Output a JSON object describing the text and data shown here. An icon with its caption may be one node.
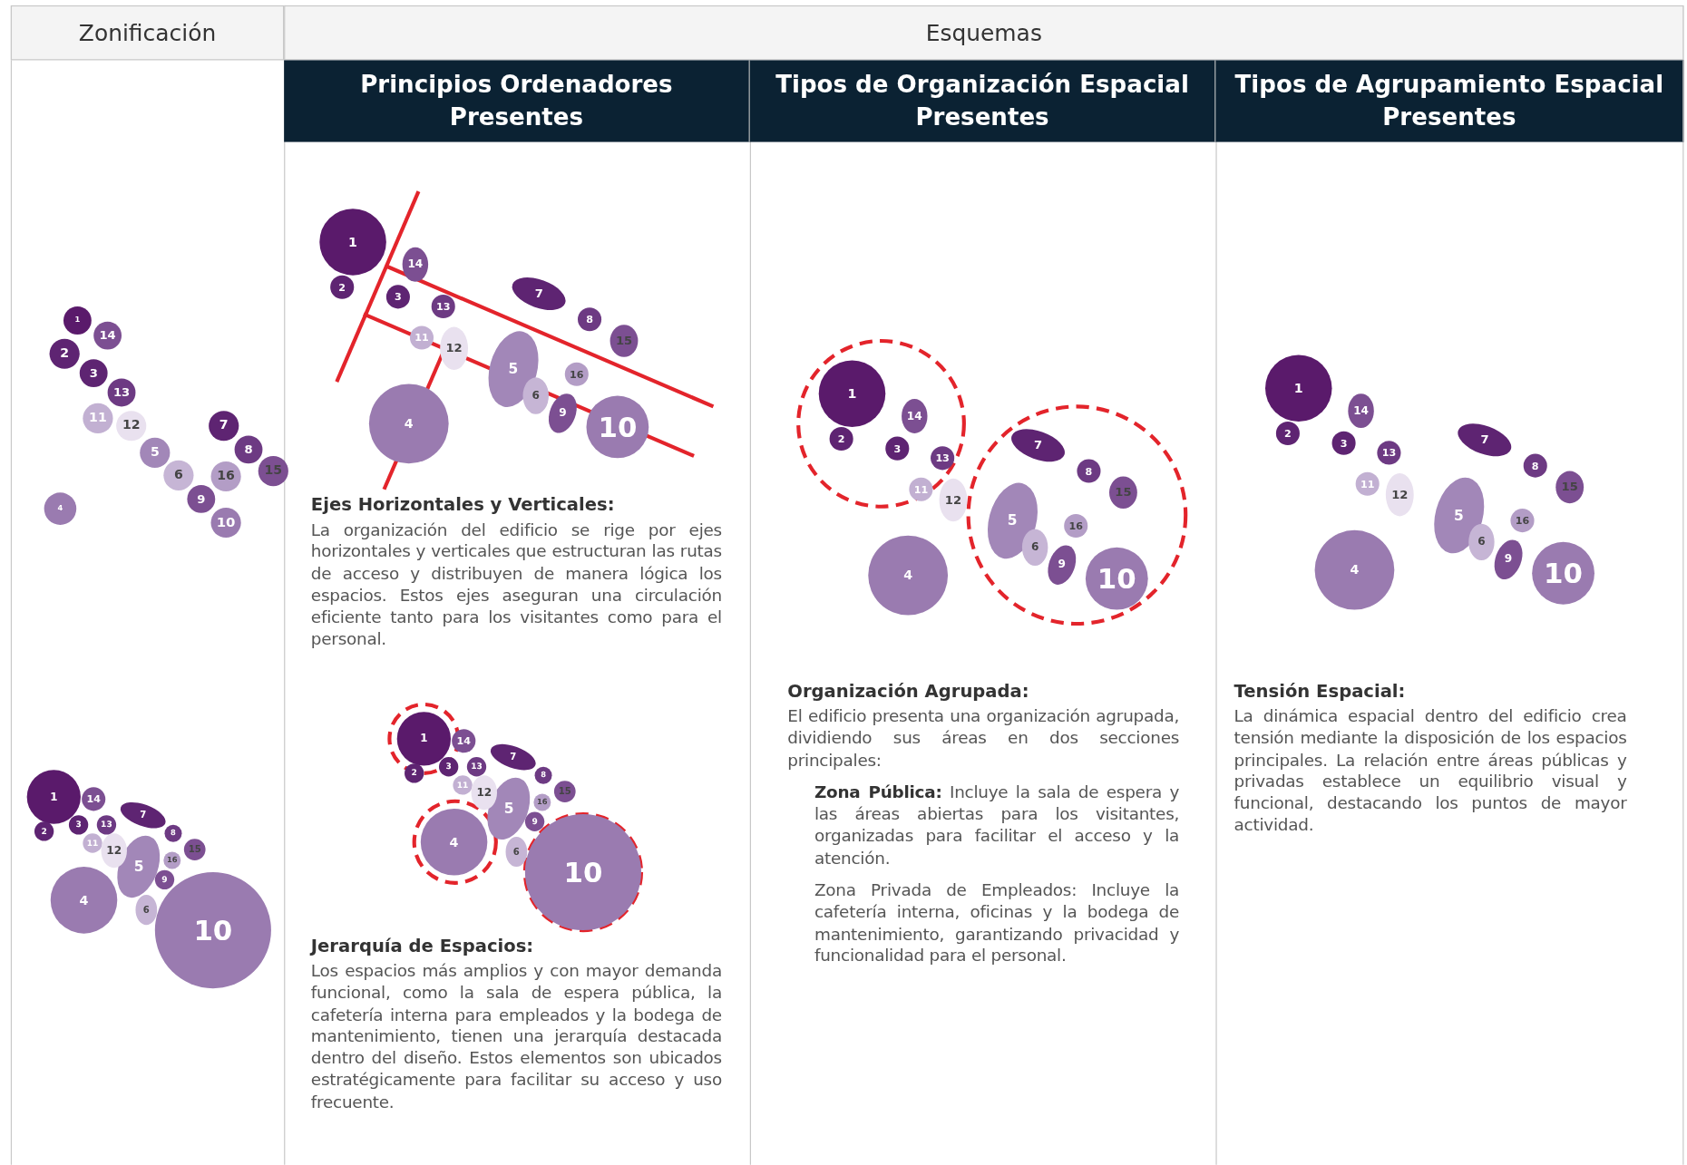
{
  "diagram": {
    "nodes": [
      {
        "text": [
          "1"
        ]
      },
      {
        "text": [
          "2"
        ]
      },
      {
        "text": [
          "3"
        ]
      },
      {
        "text": [
          "4"
        ]
      },
      {
        "text": [
          "5"
        ]
      },
      {
        "text": [
          "6"
        ]
      },
      {
        "text": [
          "7"
        ]
      },
      {
        "text": [
          "8"
        ]
      },
      {
        "text": [
          "9"
        ]
      },
      {
        "text": [
          "10"
        ]
      },
      {
        "text": [
          "11"
        ]
      },
      {
        "text": [
          "12"
        ]
      },
      {
        "text": [
          "13"
        ]
      },
      {
        "text": [
          "14"
        ]
      },
      {
        "text": [
          "15"
        ]
      },
      {
        "text": [
          "16"
        ]
      },
      {
        "text": [
          "1"
        ]
      },
      {
        "text": [
          "2"
        ]
      },
      {
        "text": [
          "3"
        ]
      },
      {
        "text": [
          "4"
        ]
      },
      {
        "text": [
          "5"
        ]
      },
      {
        "text": [
          "6"
        ]
      },
      {
        "text": [
          "7"
        ]
      },
      {
        "text": [
          "8"
        ]
      },
      {
        "text": [
          "9"
        ]
      },
      {
        "text": [
          "10"
        ]
      },
      {
        "text": [
          "11"
        ]
      },
      {
        "text": [
          "12"
        ]
      },
      {
        "text": [
          "13"
        ]
      },
      {
        "text": [
          "14"
        ]
      },
      {
        "text": [
          "15"
        ]
      },
      {
        "text": [
          "16"
        ]
      },
      {
        "text": [
          "1"
        ]
      },
      {
        "text": [
          "2"
        ]
      },
      {
        "text": [
          "3"
        ]
      },
      {
        "text": [
          "4"
        ]
      },
      {
        "text": [
          "5"
        ]
      },
      {
        "text": [
          "6"
        ]
      },
      {
        "text": [
          "7"
        ]
      },
      {
        "text": [
          "8"
        ]
      },
      {
        "text": [
          "9"
        ]
      },
      {
        "text": [
          "10"
        ]
      },
      {
        "text": [
          "11"
        ]
      },
      {
        "text": [
          "12"
        ]
      },
      {
        "text": [
          "13"
        ]
      },
      {
        "text": [
          "14"
        ]
      },
      {
        "text": [
          "15"
        ]
      },
      {
        "text": [
          "16"
        ]
      },
      {
        "text": [
          "1"
        ]
      },
      {
        "text": [
          "2"
        ]
      },
      {
        "text": [
          "3"
        ]
      },
      {
        "text": [
          "4"
        ]
      },
      {
        "text": [
          "5"
        ]
      },
      {
        "text": [
          "6"
        ]
      },
      {
        "text": [
          "7"
        ]
      },
      {
        "text": [
          "8"
        ]
      },
      {
        "text": [
          "9"
        ]
      },
      {
        "text": [
          "10"
        ]
      },
      {
        "text": [
          "11"
        ]
      },
      {
        "text": [
          "12"
        ]
      },
      {
        "text": [
          "13"
        ]
      },
      {
        "text": [
          "14"
        ]
      },
      {
        "text": [
          "15"
        ]
      },
      {
        "text": [
          "16"
        ]
      },
      {
        "text": [
          "1"
        ]
      },
      {
        "text": [
          "2"
        ]
      },
      {
        "text": [
          "3"
        ]
      },
      {
        "text": [
          "4"
        ]
      },
      {
        "text": [
          "5"
        ]
      },
      {
        "text": [
          "6"
        ]
      },
      {
        "text": [
          "7"
        ]
      },
      {
        "text": [
          "8"
        ]
      },
      {
        "text": [
          "9"
        ]
      },
      {
        "text": [
          "10"
        ]
      },
      {
        "text": [
          "11"
        ]
      },
      {
        "text": [
          "12"
        ]
      },
      {
        "text": [
          "13"
        ]
      },
      {
        "text": [
          "14"
        ]
      },
      {
        "text": [
          "15"
        ]
      },
      {
        "text": [
          "16"
        ]
      },
      {
        "text": [
          "1"
        ]
      },
      {
        "text": [
          "2"
        ]
      },
      {
        "text": [
          "3"
        ]
      },
      {
        "text": [
          "4"
        ]
      },
      {
        "text": [
          "5"
        ]
      },
      {
        "text": [
          "6"
        ]
      },
      {
        "text": [
          "7"
        ]
      },
      {
        "text": [
          "8"
        ]
      },
      {
        "text": [
          "9"
        ]
      },
      {
        "text": [
          "10"
        ]
      },
      {
        "text": [
          "11"
        ]
      },
      {
        "text": [
          "12"
        ]
      },
      {
        "text": [
          "13"
        ]
      },
      {
        "text": [
          "14"
        ]
      },
      {
        "text": [
          "15"
        ]
      },
      {
        "text": [
          "16"
        ]
      }
    ],
    "labels": [
      "Zonificación",
      "Esquemas",
      "Principios Ordenadores Presentes",
      "Tipos de Organización Espacial Presentes",
      "Tipos de Agrupamiento Espacial Presentes",
      "Ejes Horizontales y Verticales:",
      "La organización del edificio se rige por ejes horizontales y verticales que estructuran las rutas de acceso y distribuyen de manera lógica los espacios. Estos ejes aseguran una circulación eficiente tanto para los visitantes como para el personal.",
      "Jerarquía de Espacios:",
      "Los espacios más amplios y con mayor demanda funcional, como la sala de espera pública, la cafetería interna para empleados y la bodega de mantenimiento, tienen una jerarquía destacada dentro del diseño. Estos elementos son ubicados estratégicamente para facilitar su acceso y uso frecuente.",
      "Organización Agrupada:",
      "El edificio presenta una organización agrupada, dividiendo sus áreas en dos secciones principales:",
      "**Zona Pública:** Incluye la sala de espera y las áreas abiertas para los visitantes, organizadas para facilitar el acceso y la atención.",
      "Zona Privada de Empleados: Incluye la cafetería interna, oficinas y la bodega de mantenimiento, garantizando privacidad y funcionalidad para el personal.",
      "Tensión Espacial:",
      "La dinámica espacial dentro del edificio crea tensión mediante la disposición de los espacios principales. La relación entre áreas públicas y privadas establece un equilibrio visual y funcional, destacando los puntos de mayor actividad."
    ]
  }
}
